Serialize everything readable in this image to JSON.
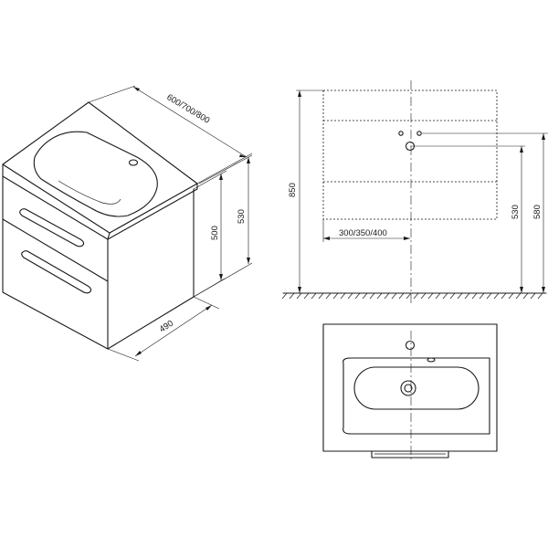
{
  "dimensions": {
    "width_options": "600/700/800",
    "depth": "490",
    "cabinet_height": "500",
    "total_height_left": "530",
    "overall_height": "850",
    "drain_offset": "300/350/400",
    "basin_height_right": "530",
    "tap_height_right": "580"
  }
}
